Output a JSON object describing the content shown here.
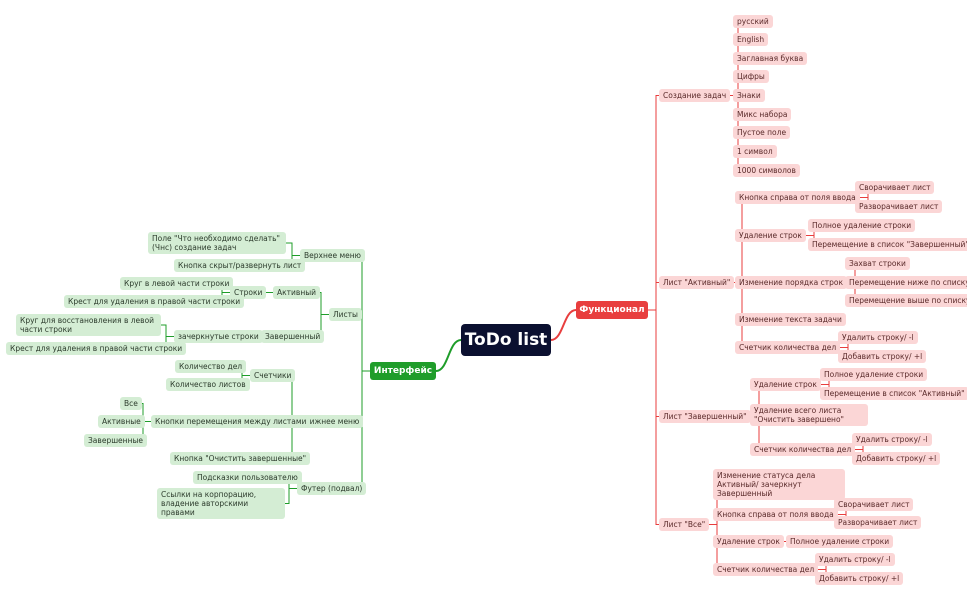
{
  "colors": {
    "root_bg": "#0b1030",
    "green_branch": "#1f9d2a",
    "red_branch": "#e83e3e",
    "green_node": "#d4edd4",
    "red_node": "#fbd6d6"
  },
  "root": "ToDo list",
  "left": {
    "label": "Интерфейс",
    "top_menu": {
      "label": "Верхнее меню",
      "items": [
        "Поле \"Что необходимо сделать\" (Чнс) создание задач",
        "Кнопка скрыт/развернуть лист"
      ]
    },
    "sheets": {
      "label": "Листы",
      "active": {
        "label": "Активный",
        "rows": {
          "label": "Строки",
          "items": [
            "Круг в левой части строки",
            "Крест для удаления в правой части строки"
          ]
        }
      },
      "completed": {
        "label": "Завершенный",
        "crossed": {
          "label": "зачеркнутые строки",
          "items": [
            "Круг для восстановления в левой части строки",
            "Крест для удаления в правой части строки"
          ]
        }
      }
    },
    "bottom_menu": {
      "label": "Нижнее меню",
      "counters": {
        "label": "Счетчики",
        "items": [
          "Количество дел",
          "Количество листов"
        ]
      },
      "nav": {
        "label": "Кнопки перемещения между листами",
        "items": [
          "Все",
          "Активные",
          "Завершенные"
        ]
      },
      "clear_button": "Кнопка \"Очистить завершенные\""
    },
    "footer": {
      "label": "Футер (подвал)",
      "items": [
        "Подсказки пользователю",
        "Ссылки на корпорацию, владение авторскими правами"
      ]
    }
  },
  "right": {
    "label": "Функционал",
    "create": {
      "label": "Создание задач",
      "items": [
        "русский",
        "English",
        "Заглавная буква",
        "Цифры",
        "Знаки",
        "Микс набора",
        "Пустое поле",
        "1 символ",
        "1000 символов"
      ]
    },
    "active": {
      "label": "Лист \"Активный\"",
      "button": {
        "label": "Кнопка справа от поля ввода",
        "items": [
          "Сворачивает лист",
          "Разворачивает лист"
        ]
      },
      "delete": {
        "label": "Удаление строк",
        "items": [
          "Полное удаление строки",
          "Перемещение в список \"Завершенный\""
        ]
      },
      "order": {
        "label": "Изменение порядка строк",
        "items": [
          "Захват строки",
          "Перемещение ниже по списку",
          "Перемещение выше по списку"
        ]
      },
      "edit": "Изменение текста задачи",
      "counter": {
        "label": "Счетчик количества дел",
        "items": [
          "Удалить строку/ -l",
          "Добавить строку/ +l"
        ]
      }
    },
    "completed": {
      "label": "Лист \"Завершенный\"",
      "delete": {
        "label": "Удаление строк",
        "items": [
          "Полное удаление строки",
          "Перемещение в список \"Активный\""
        ]
      },
      "delete_all": "Удаление всего листа \"Очистить завершено\"",
      "counter": {
        "label": "Счетчик количества дел",
        "items": [
          "Удалить строку/ -l",
          "Добавить строку/ +l"
        ]
      }
    },
    "all": {
      "label": "Лист \"Все\"",
      "status": "Изменение статуса дела Активный/ зачеркнут Завершенный",
      "button": {
        "label": "Кнопка справа от поля ввода",
        "items": [
          "Сворачивает лист",
          "Разворачивает лист"
        ]
      },
      "delete": {
        "label": "Удаление строк",
        "items": [
          "Полное удаление строки"
        ]
      },
      "counter": {
        "label": "Счетчик количества дел",
        "items": [
          "Удалить строку/ -l",
          "Добавить строку/ +l"
        ]
      }
    }
  }
}
